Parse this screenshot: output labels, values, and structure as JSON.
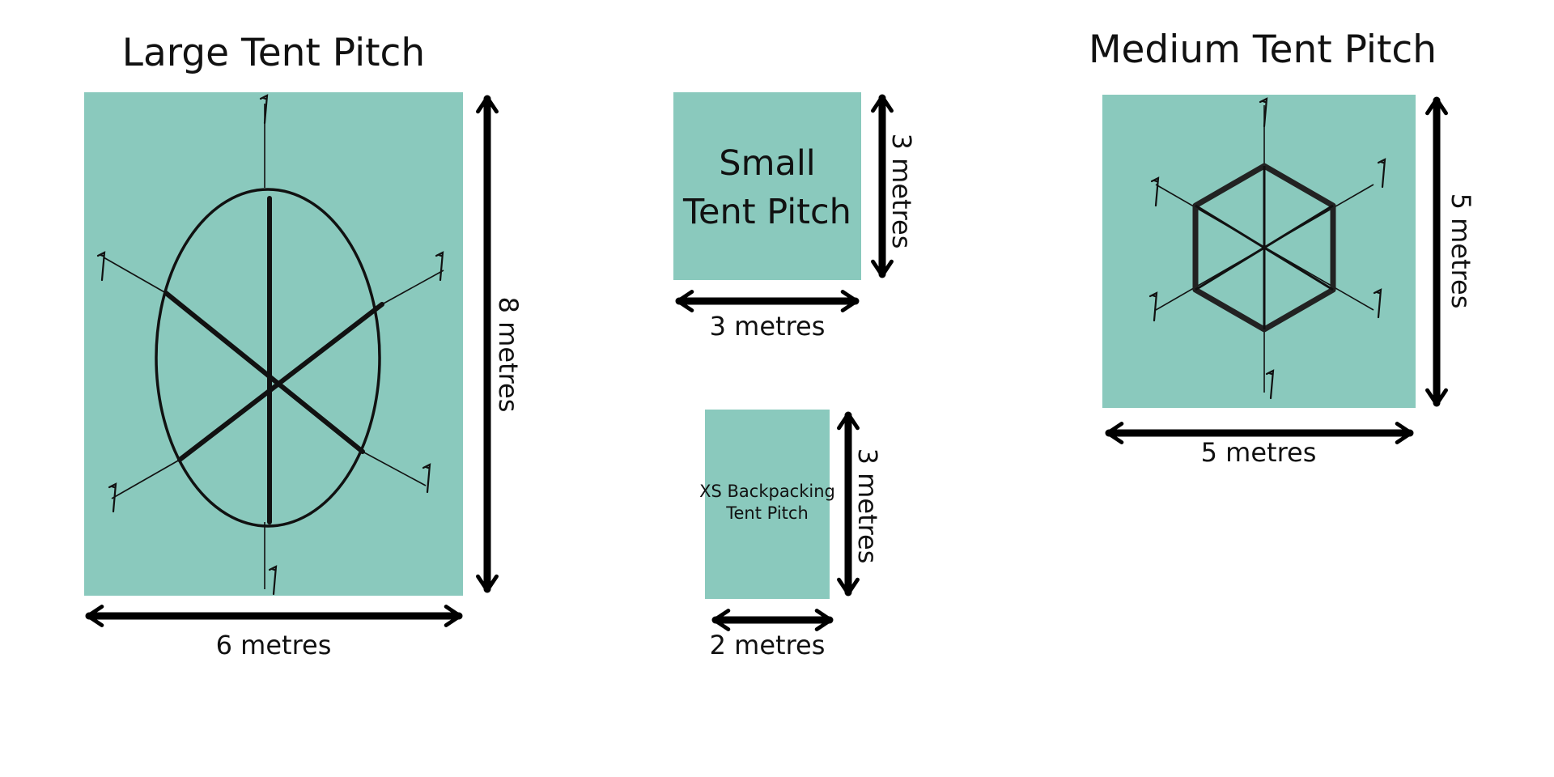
{
  "large": {
    "title": "Large Tent Pitch",
    "width_label": "6 metres",
    "height_label": "8 metres"
  },
  "small": {
    "title_line1": "Small",
    "title_line2": "Tent Pitch",
    "width_label": "3 metres",
    "height_label": "3 metres"
  },
  "xs": {
    "title_line1": "XS Backpacking",
    "title_line2": "Tent Pitch",
    "width_label": "2 metres",
    "height_label": "3 metres"
  },
  "medium": {
    "title": "Medium Tent Pitch",
    "width_label": "5 metres",
    "height_label": "5 metres"
  },
  "colors": {
    "pitch_fill": "#8ac9bd",
    "ink": "#111111"
  }
}
